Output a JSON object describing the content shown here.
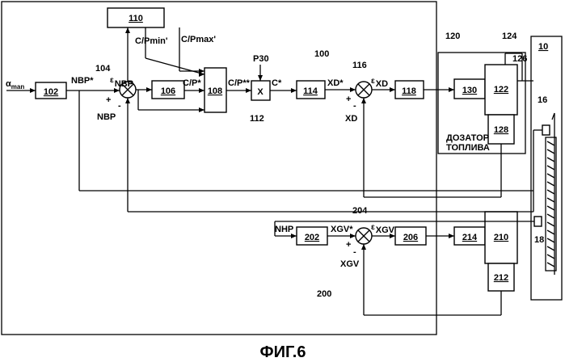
{
  "figure_caption": "ФИГ.6",
  "blocks": {
    "b102": "102",
    "b106": "106",
    "b108": "108",
    "b110": "110",
    "b114": "114",
    "b118": "118",
    "b130": "130",
    "b122": "122",
    "b128": "128",
    "b202": "202",
    "b206": "206",
    "b214": "214",
    "b210": "210",
    "b212": "212",
    "b10": "10"
  },
  "refs": {
    "r100": "100",
    "r104": "104",
    "r112": "112",
    "r116": "116",
    "r120": "120",
    "r124": "124",
    "r126": "126",
    "r16": "16",
    "r18": "18",
    "r200": "200",
    "r204": "204"
  },
  "signals": {
    "alpha": "α",
    "alpha_sub": "man",
    "nbp_star": "NBP*",
    "eps": "ε",
    "nbp": "NBP",
    "nbp_fb": "NBP",
    "cp_min": "C/Pmin'",
    "cp_max": "C/Pmax'",
    "cp_star": "C/P*",
    "cp_2star": "C/P**",
    "p30": "P30",
    "c_star": "C*",
    "xd_star": "XD*",
    "xd": "XD",
    "xd_fb": "XD",
    "x": "X",
    "nhp": "NHP",
    "xgv_star": "XGV*",
    "xgv": "XGV",
    "xgv_fb": "XGV"
  },
  "doser_label": {
    "line1": "ДОЗАТОР",
    "line2": "ТОПЛИВА"
  },
  "signs": {
    "plus": "+",
    "minus": "-"
  }
}
